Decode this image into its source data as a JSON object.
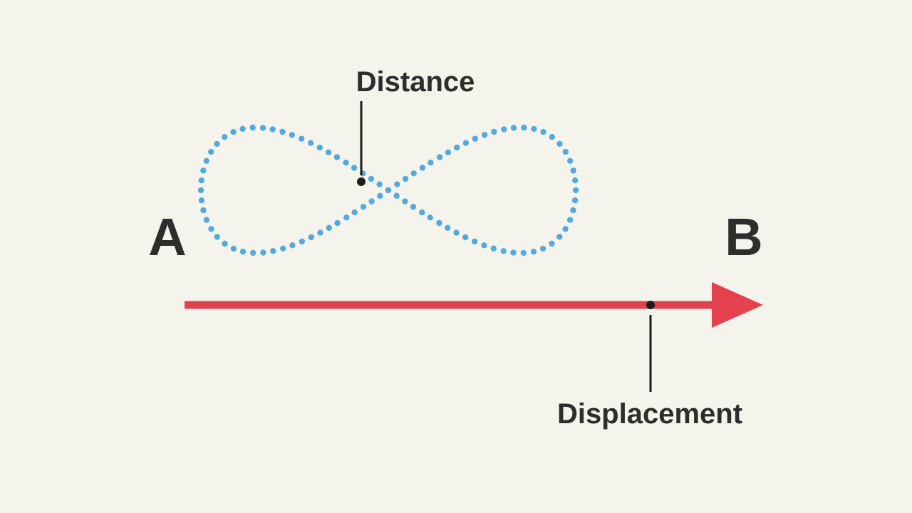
{
  "diagram": {
    "labels": {
      "distance": "Distance",
      "displacement": "Displacement",
      "point_a": "A",
      "point_b": "B"
    },
    "colors": {
      "background": "#f5f4ec",
      "path_dots": "#54a9e1",
      "arrow": "#e5404d",
      "text": "#2e2d2c",
      "pointer": "#1c1c1c"
    },
    "legend_meaning": {
      "dotted_curve": "actual path travelled (distance)",
      "red_arrow": "straight-line vector from A to B (displacement)"
    }
  }
}
